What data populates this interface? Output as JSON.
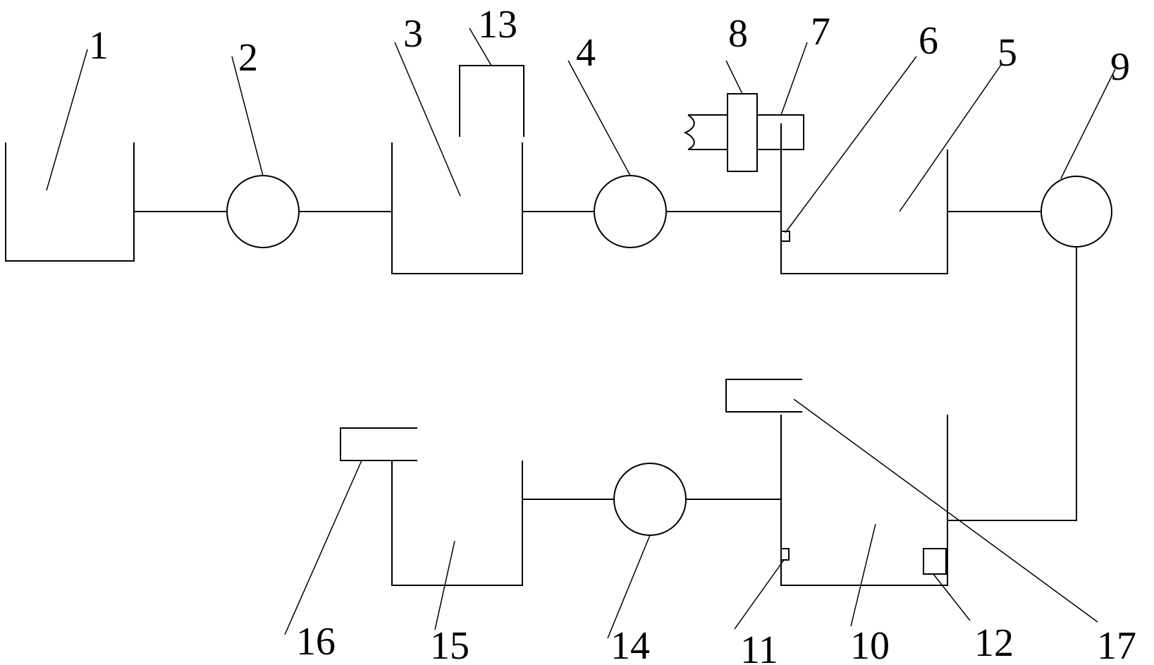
{
  "diagram": {
    "labels": {
      "l1": "1",
      "l2": "2",
      "l3": "3",
      "l4": "4",
      "l5": "5",
      "l6": "6",
      "l7": "7",
      "l8": "8",
      "l9": "9",
      "l10": "10",
      "l11": "11",
      "l12": "12",
      "l13": "13",
      "l14": "14",
      "l15": "15",
      "l16": "16",
      "l17": "17"
    }
  }
}
